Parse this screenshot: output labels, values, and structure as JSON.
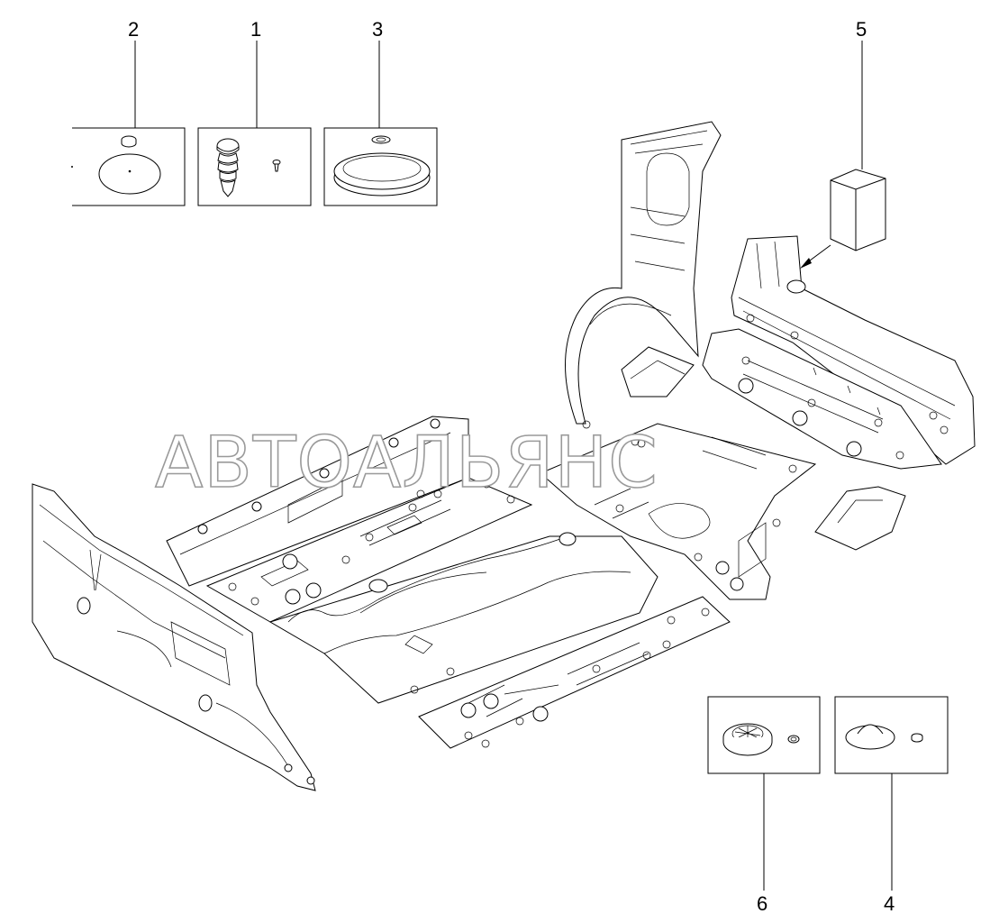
{
  "watermark": "АВТОАЛЬЯНС",
  "callouts": [
    {
      "id": "2",
      "label": "2"
    },
    {
      "id": "1",
      "label": "1"
    },
    {
      "id": "3",
      "label": "3"
    },
    {
      "id": "5",
      "label": "5"
    },
    {
      "id": "6",
      "label": "6"
    },
    {
      "id": "4",
      "label": "4"
    }
  ],
  "colors": {
    "line": "#000000",
    "background": "#ffffff",
    "watermark_stroke": "#9a9a9a"
  }
}
